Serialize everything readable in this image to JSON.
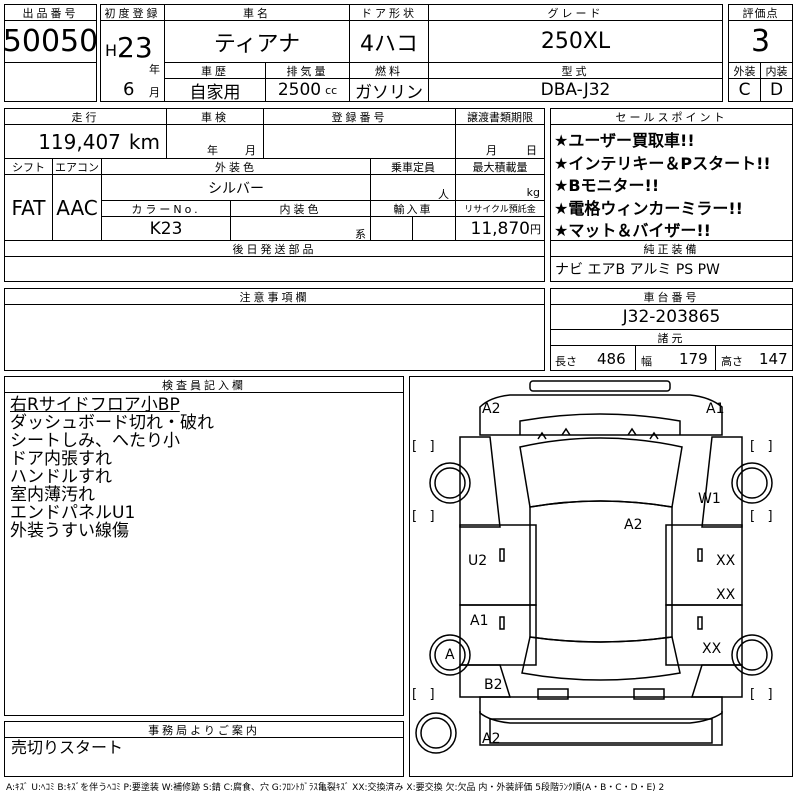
{
  "header": {
    "lot_label": "出品番号",
    "lot_no": "50050",
    "first_reg_label": "初度登録",
    "era": "H",
    "year": "23",
    "year_unit": "年",
    "month": "6",
    "month_unit": "月",
    "car_name_label": "車名",
    "car_name": "ティアナ",
    "door_label": "ドア形状",
    "door": "4ハコ",
    "grade_label": "グレード",
    "grade": "250XL",
    "score_label": "評価点",
    "score": "3",
    "history_label": "車歴",
    "history": "自家用",
    "displacement_label": "排気量",
    "displacement": "2500",
    "displacement_unit": "cc",
    "fuel_label": "燃料",
    "fuel": "ガソリン",
    "model_label": "型式",
    "model": "DBA-J32",
    "exterior_label": "外装",
    "exterior_grade": "C",
    "interior_label": "内装",
    "interior_grade": "D"
  },
  "spec": {
    "mileage_label": "走行",
    "mileage": "119,407",
    "mileage_unit": "km",
    "inspection_label": "車検",
    "inspection_year": "年",
    "inspection_month": "月",
    "reg_no_label": "登録番号",
    "transfer_label": "譲渡書類期限",
    "transfer_month": "月",
    "transfer_day": "日",
    "shift_label": "シフト",
    "shift": "FAT",
    "ac_label": "エアコン",
    "ac": "AAC",
    "color_label": "外装色",
    "color": "シルバー",
    "capacity_label": "乗車定員",
    "capacity_unit": "人",
    "load_label": "最大積載量",
    "load_unit": "kg",
    "color_no_label": "カラーNo.",
    "color_no": "K23",
    "int_color_label": "内装色",
    "int_color_unit": "系",
    "import_label": "輸入車",
    "recycle_label": "リサイクル預託金",
    "recycle": "11,870",
    "recycle_unit": "円",
    "later_parts_label": "後日発送部品"
  },
  "sales_points": {
    "label": "セールスポイント",
    "items": [
      "★ユーザー買取車!!",
      "★インテリキー＆Pスタート!!",
      "★Bモニター!!",
      "★電格ウィンカーミラー!!",
      "★マット＆バイザー!!"
    ]
  },
  "equipment": {
    "label": "純正装備",
    "text": "ナビ エアB アルミ PS PW"
  },
  "notes": {
    "label": "注意事項欄"
  },
  "chassis": {
    "label": "車台番号",
    "number": "J32-203865"
  },
  "dimensions": {
    "label": "諸元",
    "length_label": "長さ",
    "length": "486",
    "width_label": "幅",
    "width": "179",
    "height_label": "高さ",
    "height": "147"
  },
  "inspector": {
    "label": "検査員記入欄",
    "lines": [
      "右Rサイドフロア小BP",
      "ダッシュボード切れ・破れ",
      "シートしみ、へたり小",
      "ドア内張すれ",
      "ハンドルすれ",
      "室内薄汚れ",
      "エンドパネルU1",
      "外装うすい線傷"
    ]
  },
  "office": {
    "label": "事務局よりご案内",
    "text": "売切りスタート"
  },
  "diagram_marks": {
    "a2_front_left": "A2",
    "a1_front_right": "A1",
    "w1": "W1",
    "a2_roof": "A2",
    "u2": "U2",
    "xx1": "XX",
    "xx2": "XX",
    "a1_left": "A1",
    "xx3": "XX",
    "a_wheel": "A",
    "b2": "B2",
    "a2_rear": "A2"
  },
  "footer": {
    "legend": "A:ｷｽﾞ U:ﾍｺﾐ B:ｷｽﾞを伴うﾍｺﾐ P:要塗装 W:補修跡 S:錆 C:腐食、穴 G:ﾌﾛﾝﾄｶﾞﾗｽ亀裂ｷｽﾞ XX:交換済み X:要交換 欠:欠品 内・外装評価 5段階ﾗﾝｸ順(A・B・C・D・E) 2"
  }
}
